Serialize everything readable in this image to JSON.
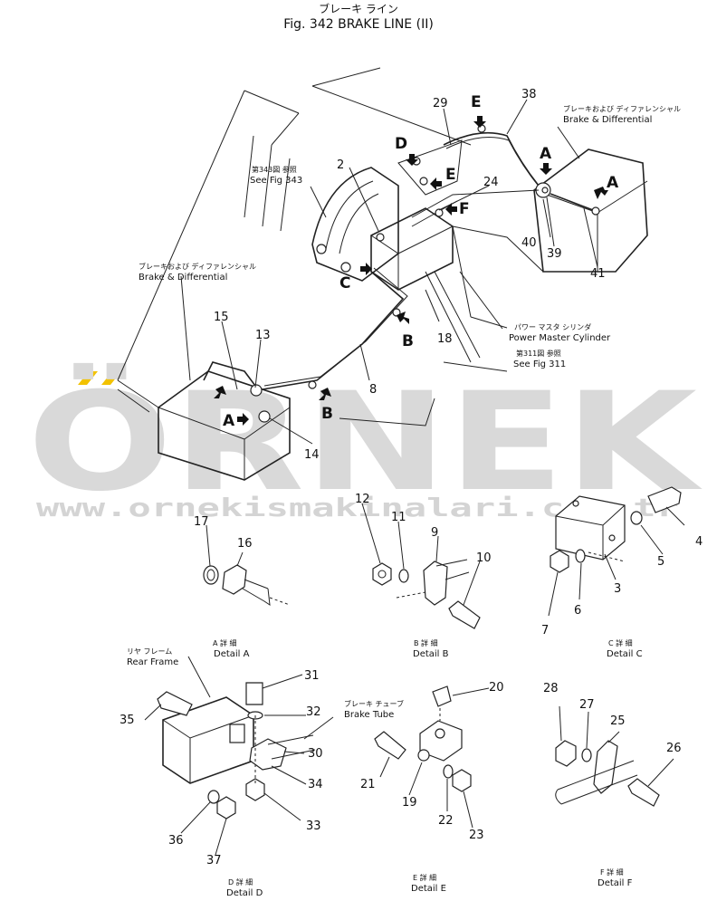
{
  "title": {
    "jp": "ブレーキ ライン",
    "en": "Fig. 342 BRAKE LINE (II)"
  },
  "watermark": {
    "brand": "ÖRNEK",
    "url": "www.ornekismakinalari.com.tr",
    "accent": "#f2c200",
    "gray": "#d9d9d9"
  },
  "labels": {
    "see_fig_343_jp": "第343図 参照",
    "see_fig_343": "See Fig 343",
    "brake_diff_top_jp": "ブレーキおよび ディファレンシャル",
    "brake_diff_top": "Brake & Differential",
    "brake_diff_left_jp": "ブレーキおよび ディファレンシャル",
    "brake_diff_left": "Brake & Differential",
    "power_master_jp": "パワー マスタ シリンダ",
    "power_master": "Power Master Cylinder",
    "see_fig_311_jp": "第311図 参照",
    "see_fig_311": "See Fig 311",
    "rear_frame_jp": "リヤ フレーム",
    "rear_frame": "Rear Frame",
    "brake_tube_jp": "ブレーキ チューブ",
    "brake_tube": "Brake Tube"
  },
  "details": {
    "a_jp": "A 詳 細",
    "a": "Detail A",
    "b_jp": "B 詳 細",
    "b": "Detail B",
    "c_jp": "C 詳 細",
    "c": "Detail C",
    "d_jp": "D 詳 細",
    "d": "Detail D",
    "e_jp": "E 詳 細",
    "e": "Detail E",
    "f_jp": "F 詳 細",
    "f": "Detail F"
  },
  "letters": {
    "A1": "A",
    "A2": "A",
    "A3": "A",
    "B1": "B",
    "B2": "B",
    "C": "C",
    "D": "D",
    "E1": "E",
    "E2": "E",
    "F": "F"
  },
  "parts": {
    "p2": "2",
    "p29": "29",
    "p38": "38",
    "p24": "24",
    "p40": "40",
    "p39": "39",
    "p41": "41",
    "p15": "15",
    "p13": "13",
    "p14": "14",
    "p8": "8",
    "p18": "18",
    "p17": "17",
    "p16": "16",
    "p12": "12",
    "p11": "11",
    "p9": "9",
    "p10": "10",
    "p5": "5",
    "p4": "4",
    "p3": "3",
    "p6": "6",
    "p7": "7",
    "p31": "31",
    "p32": "32",
    "p30": "30",
    "p34": "34",
    "p33": "33",
    "p35": "35",
    "p36": "36",
    "p37": "37",
    "p20": "20",
    "p21": "21",
    "p19": "19",
    "p22": "22",
    "p23": "23",
    "p28": "28",
    "p27": "27",
    "p25": "25",
    "p26": "26"
  }
}
